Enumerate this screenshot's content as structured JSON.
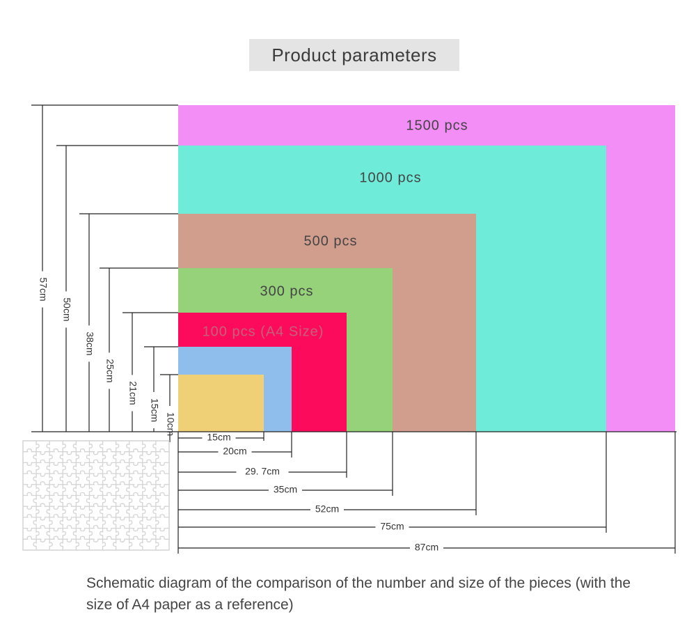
{
  "title": "Product parameters",
  "caption": "Schematic diagram of the comparison of the number and size of the pieces (with the size of A4 paper as a reference)",
  "sizes": [
    {
      "pieces_label": "1500 pcs",
      "width_label": "87cm",
      "height_label": "57cm",
      "width_cm": 87,
      "height_cm": 57,
      "color": "#f38ef6"
    },
    {
      "pieces_label": "1000 pcs",
      "width_label": "75cm",
      "height_label": "50cm",
      "width_cm": 75,
      "height_cm": 50,
      "color": "#6eebd9"
    },
    {
      "pieces_label": "500 pcs",
      "width_label": "52cm",
      "height_label": "38cm",
      "width_cm": 52,
      "height_cm": 38,
      "color": "#d19d8d"
    },
    {
      "pieces_label": "300 pcs",
      "width_label": "35cm",
      "height_label": "25cm",
      "width_cm": 35,
      "height_cm": 25,
      "color": "#95d279"
    },
    {
      "pieces_label": "100 pcs (A4 Size)",
      "width_label": "29. 7cm",
      "height_label": "21cm",
      "width_cm": 29.7,
      "height_cm": 21,
      "color": "#fc0b5c"
    },
    {
      "pieces_label": "",
      "width_label": "20cm",
      "height_label": "15cm",
      "width_cm": 20,
      "height_cm": 15,
      "color": "#8fbdec"
    },
    {
      "pieces_label": "",
      "width_label": "15cm",
      "height_label": "10cm",
      "width_cm": 15,
      "height_cm": 10,
      "color": "#f0d076"
    }
  ],
  "colors": {
    "line": "#222222",
    "text": "#333333",
    "puzzle_stroke": "#d4d4d4"
  },
  "icons": [
    "jigsaw-puzzle-icon"
  ]
}
